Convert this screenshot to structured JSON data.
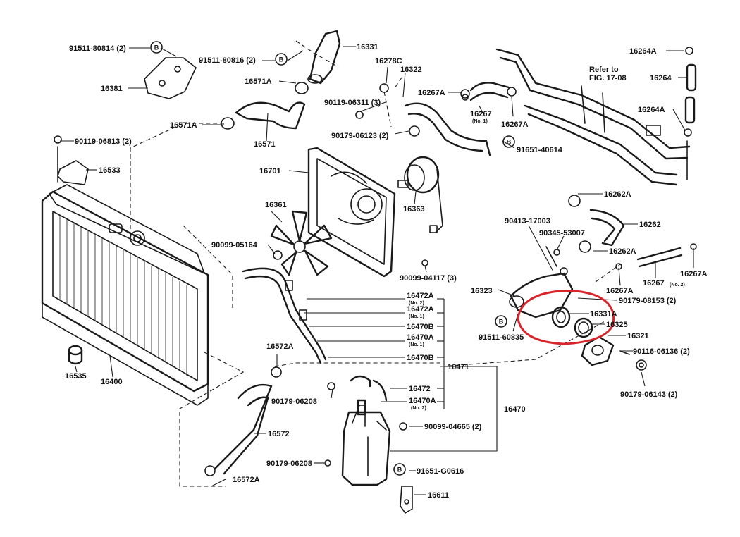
{
  "accent_color": "#d8252b",
  "badge_letter": "B",
  "labels": {
    "p91511_80814": "91511-80814 (2)",
    "p16331": "16331",
    "p91511_80816": "91511-80816 (2)",
    "p16278C": "16278C",
    "p16322": "16322",
    "p16264A_top": "16264A",
    "p16381": "16381",
    "p16571A_upper": "16571A",
    "p16267A_a": "16267A",
    "p90119_06311": "90119-06311 (3)",
    "p16267_no1": "16267",
    "no1_a": "(No. 1)",
    "p16267A_b": "16267A",
    "refer_to_1": "Refer to",
    "refer_to_2": "FIG. 17-08",
    "p16264": "16264",
    "p16264A_mid": "16264A",
    "p16571A_lower": "16571A",
    "p16571": "16571",
    "p90179_06123": "90179-06123 (2)",
    "p91651_40614": "91651-40614",
    "p90119_06813": "90119-06813 (2)",
    "p16533": "16533",
    "p16701": "16701",
    "p16363": "16363",
    "p16262A_top": "16262A",
    "p16361": "16361",
    "p90413_17003": "90413-17003",
    "p16262": "16262",
    "p90345_53007": "90345-53007",
    "p90099_05164": "90099-05164",
    "p16262A_mid": "16262A",
    "p16267A_c": "16267A",
    "p90099_04117": "90099-04117 (3)",
    "p16472A_1": "16472A",
    "no2_a": "(No. 2)",
    "p16323": "16323",
    "p16267A_d": "16267A",
    "p16267_no2": "16267",
    "no2_b": "(No. 2)",
    "p16472A_2": "16472A",
    "no1_b": "(No. 1)",
    "p90179_08153": "90179-08153 (2)",
    "p16331A": "16331A",
    "p16470B_1": "16470B",
    "p16325": "16325",
    "p16470A_1": "16470A",
    "no1_c": "(No. 1)",
    "p91511_60835": "91511-60835",
    "p16321": "16321",
    "p16572A_top": "16572A",
    "p16470B_2": "16470B",
    "p90116_06136": "90116-06136 (2)",
    "p16535": "16535",
    "p16400": "16400",
    "p16471": "16471",
    "p16472": "16472",
    "p90179_06143": "90179-06143 (2)",
    "p90179_06208_a": "90179-06208",
    "p16470A_2": "16470A",
    "no2_c": "(No. 2)",
    "p16572": "16572",
    "p16470": "16470",
    "p90099_04665": "90099-04665 (2)",
    "p90179_06208_b": "90179-06208",
    "p91651_60616": "91651-G0616",
    "p16572A_bottom": "16572A",
    "p16611": "16611"
  }
}
